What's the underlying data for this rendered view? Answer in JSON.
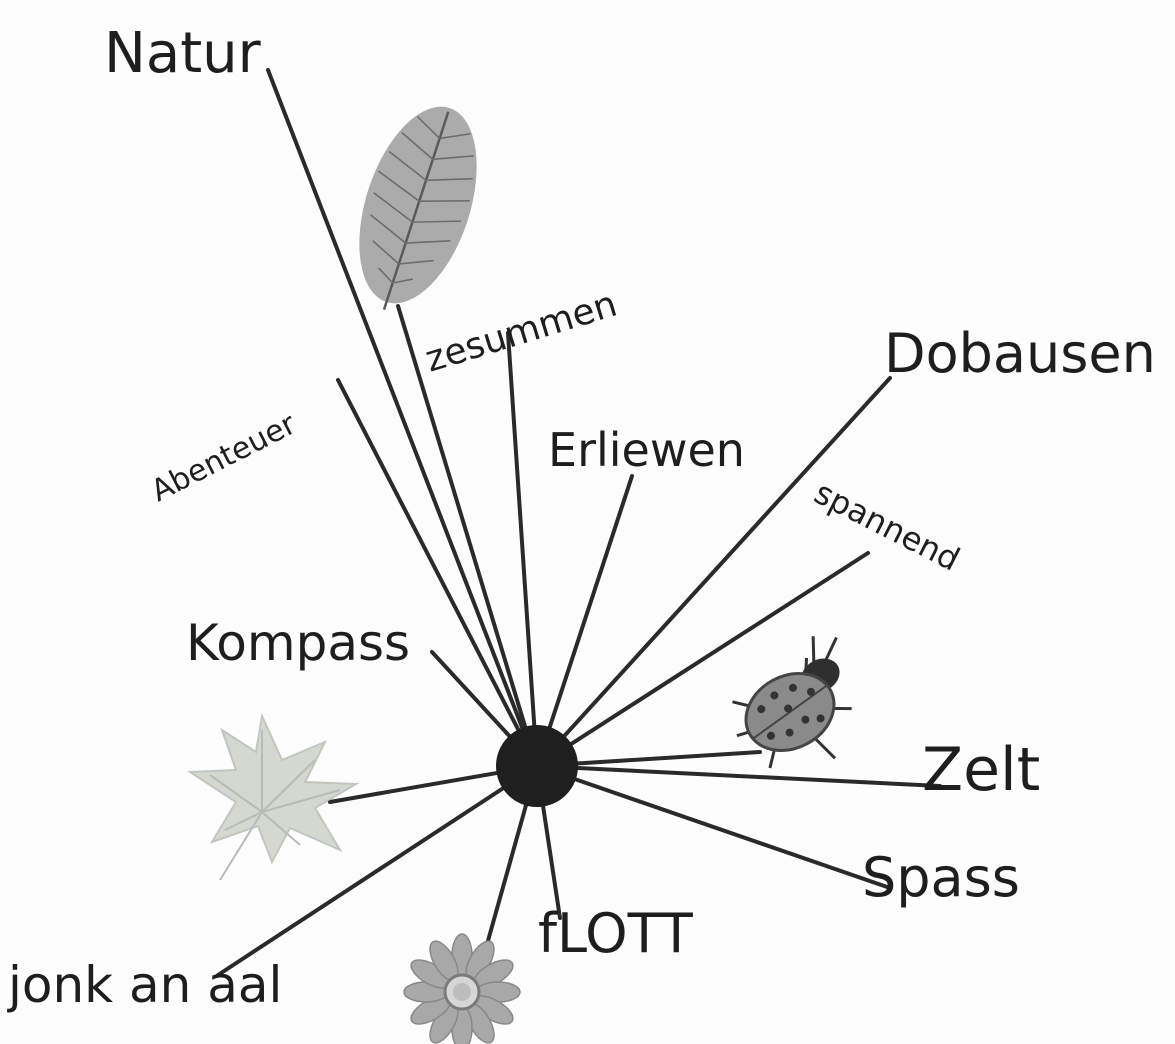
{
  "mindmap": {
    "words": {
      "natur": "Natur",
      "zesummen": "zesummen",
      "abenteuer": "Abenteuer",
      "erliewen": "Erliewen",
      "dobausen": "Dobausen",
      "spannend": "spannend",
      "kompass": "Kompass",
      "zelt": "Zelt",
      "spass": "Spass",
      "flott": "fLOTT",
      "jonk_an_aal": "jonk an aal"
    },
    "pictures": [
      "leaf-icon",
      "maple-leaf-icon",
      "ladybug-icon",
      "flower-icon"
    ]
  }
}
